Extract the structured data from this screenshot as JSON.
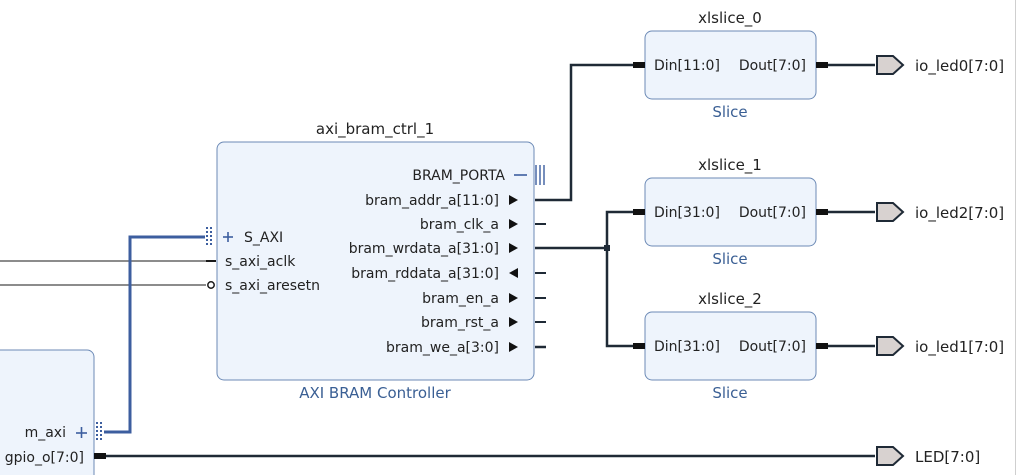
{
  "axi_bram_ctrl": {
    "instance": "axi_bram_ctrl_1",
    "type_label": "AXI BRAM Controller",
    "left_ports": [
      "S_AXI",
      "s_axi_aclk",
      "s_axi_aresetn"
    ],
    "right_ports": [
      "BRAM_PORTA",
      "bram_addr_a[11:0]",
      "bram_clk_a",
      "bram_wrdata_a[31:0]",
      "bram_rddata_a[31:0]",
      "bram_en_a",
      "bram_rst_a",
      "bram_we_a[3:0]"
    ]
  },
  "slices": [
    {
      "instance": "xlslice_0",
      "din": "Din[11:0]",
      "dout": "Dout[7:0]",
      "type_label": "Slice",
      "output": "io_led0[7:0]"
    },
    {
      "instance": "xlslice_1",
      "din": "Din[31:0]",
      "dout": "Dout[7:0]",
      "type_label": "Slice",
      "output": "io_led2[7:0]"
    },
    {
      "instance": "xlslice_2",
      "din": "Din[31:0]",
      "dout": "Dout[7:0]",
      "type_label": "Slice",
      "output": "io_led1[7:0]"
    }
  ],
  "left_block": {
    "ports": [
      "m_axi",
      "gpio_o[7:0]"
    ]
  },
  "led_output": "LED[7:0]"
}
